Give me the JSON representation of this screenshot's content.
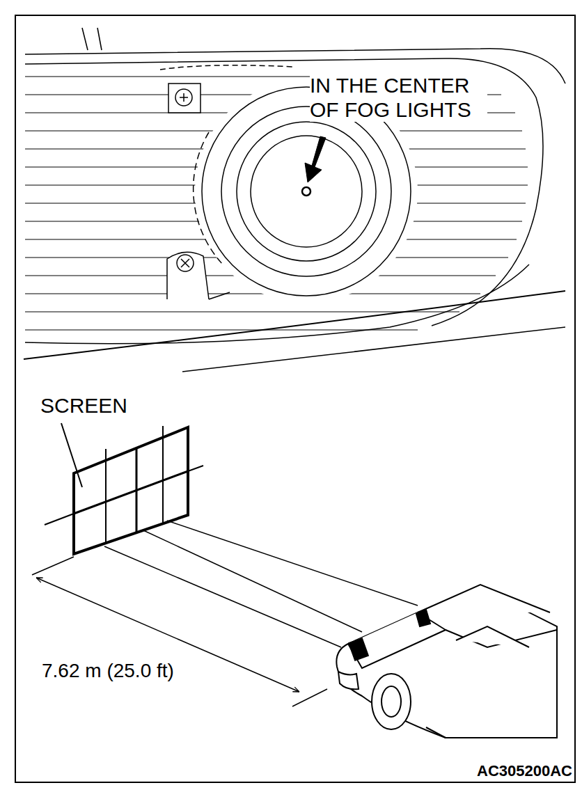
{
  "diagram": {
    "labels": [
      "IN THE CENTER OF FOG LIGHTS",
      "SCREEN",
      "7.62 m (25.0 ft)",
      "AC305200AC"
    ]
  }
}
